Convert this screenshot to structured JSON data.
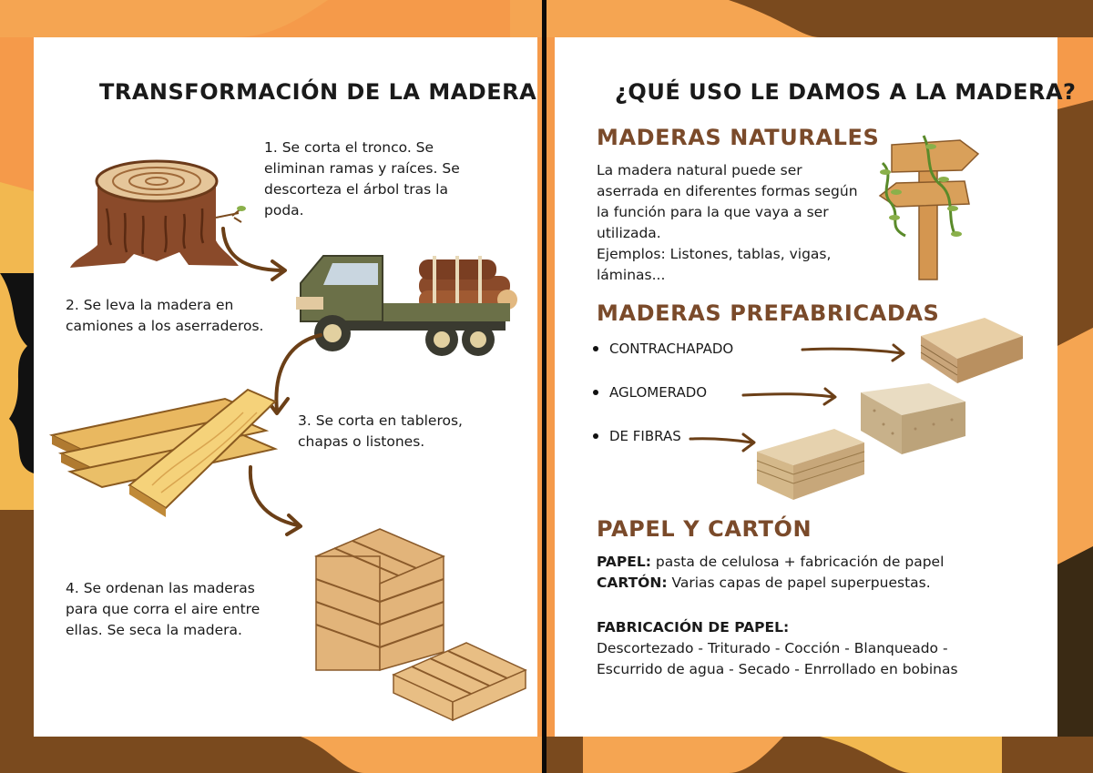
{
  "left": {
    "title": "TRANSFORMACIÓN DE LA MADERA",
    "steps": [
      "1. Se corta el tronco. Se eliminan ramas y raíces. Se descorteza el árbol tras la poda.",
      "2. Se leva la madera en camiones a los aserraderos.",
      "3. Se corta en tableros, chapas o listones.",
      "4. Se ordenan las maderas para que corra el aire entre ellas. Se seca la madera."
    ]
  },
  "right": {
    "title": "¿QUÉ USO LE DAMOS A LA MADERA?",
    "natural": {
      "heading": "MADERAS NATURALES",
      "text": "La madera natural puede ser aserrada en diferentes formas según la función para la que vaya a ser utilizada.",
      "examples": "Ejemplos: Listones, tablas, vigas, láminas..."
    },
    "prefab": {
      "heading": "MADERAS PREFABRICADAS",
      "items": [
        "CONTRACHAPADO",
        "AGLOMERADO",
        "DE FIBRAS"
      ]
    },
    "paper": {
      "heading": "PAPEL Y CARTÓN",
      "paper_label": "PAPEL:",
      "paper_text": " pasta de celulosa + fabricación de papel",
      "cardboard_label": "CARTÓN:",
      "cardboard_text": " Varias capas de papel superpuestas.",
      "process_heading": "FABRICACIÓN DE PAPEL:",
      "process_line1": "Descortezado - Triturado - Cocción - Blanqueado -",
      "process_line2": "Escurrido de agua - Secado - Enrrollado en bobinas"
    }
  },
  "colors": {
    "orange": "#f2a04a",
    "brown": "#7a4a1e",
    "heading_brown": "#7a4a2a",
    "arrow": "#6b3f17"
  }
}
